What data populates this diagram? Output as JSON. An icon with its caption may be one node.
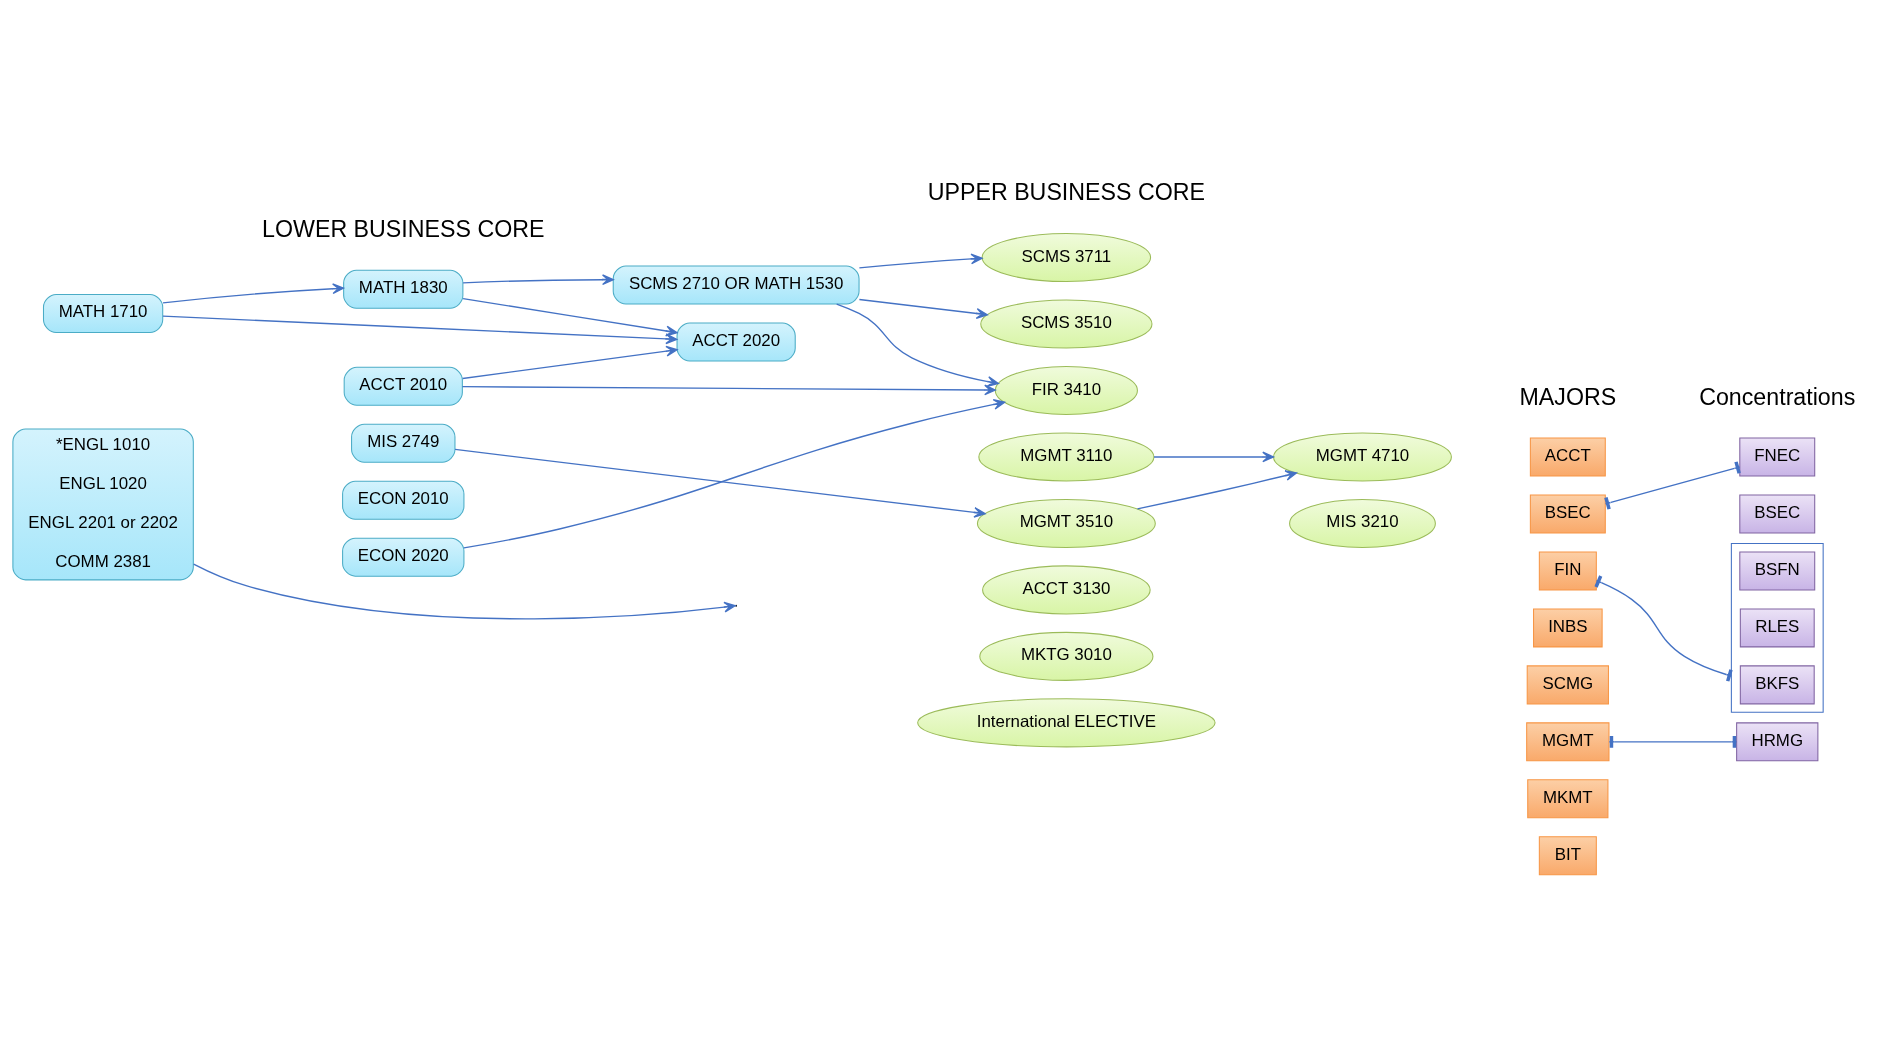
{
  "diagram": {
    "nodes": [
      {
        "text": [
          "MATH 1710"
        ]
      },
      {
        "text": [
          "MATH 1830"
        ]
      },
      {
        "text": [
          "SCMS 2710 OR MATH 1530"
        ]
      },
      {
        "text": [
          "ACCT 2010"
        ]
      },
      {
        "text": [
          "ACCT 2020"
        ]
      },
      {
        "text": [
          "MIS 2749"
        ]
      },
      {
        "text": [
          "ECON 2010"
        ]
      },
      {
        "text": [
          "ECON 2020"
        ]
      },
      {
        "text": [
          "*ENGL 1010",
          "ENGL 1020",
          "ENGL 2201 or 2202",
          "COMM 2381"
        ]
      },
      {
        "text": [
          "SCMS 3711"
        ]
      },
      {
        "text": [
          "SCMS 3510"
        ]
      },
      {
        "text": [
          "FIR 3410"
        ]
      },
      {
        "text": [
          "MGMT 3110"
        ]
      },
      {
        "text": [
          "MGMT 3510"
        ]
      },
      {
        "text": [
          "MGMT 4710"
        ]
      },
      {
        "text": [
          "ACCT 3130"
        ]
      },
      {
        "text": [
          "MKTG 3010"
        ]
      },
      {
        "text": [
          "International ELECTIVE"
        ]
      },
      {
        "text": [
          "MIS 3210"
        ]
      },
      {
        "text": [
          "ACCT"
        ]
      },
      {
        "text": [
          "BSEC"
        ]
      },
      {
        "text": [
          "FIN"
        ]
      },
      {
        "text": [
          "INBS"
        ]
      },
      {
        "text": [
          "SCMG"
        ]
      },
      {
        "text": [
          "MGMT"
        ]
      },
      {
        "text": [
          "MKMT"
        ]
      },
      {
        "text": [
          "BIT"
        ]
      },
      {
        "text": [
          "FNEC"
        ]
      },
      {
        "text": [
          "BSEC"
        ]
      },
      {
        "text": [],
        "shape": "box"
      },
      {
        "text": [
          "BKFS"
        ],
        "in": 29
      },
      {
        "text": [
          "RLES"
        ],
        "in": 29
      },
      {
        "text": [
          "BSFN"
        ],
        "in": 29
      },
      {
        "text": [
          "HRMG"
        ]
      }
    ],
    "edges": [
      {
        "from": 0,
        "to": 1,
        "arrow": "to"
      },
      {
        "from": 0,
        "to": 4,
        "arrow": "to"
      },
      {
        "from": 1,
        "to": 2,
        "arrow": "to"
      },
      {
        "from": 1,
        "to": 4,
        "arrow": "to"
      },
      {
        "from": 3,
        "to": 4,
        "arrow": "to"
      },
      {
        "from": 2,
        "to": 9,
        "arrow": "to"
      },
      {
        "from": 2,
        "to": 10,
        "arrow": "to"
      },
      {
        "from": 2,
        "to": 11,
        "arrow": "to"
      },
      {
        "from": 3,
        "to": 11,
        "arrow": "to"
      },
      {
        "from": 5,
        "to": 13,
        "arrow": "to"
      },
      {
        "from": 7,
        "to": 11,
        "arrow": "to"
      },
      {
        "from": 8,
        "to": null,
        "arrow": "to"
      },
      {
        "from": 12,
        "to": 14,
        "arrow": "to"
      },
      {
        "from": 13,
        "to": 14,
        "arrow": "to"
      },
      {
        "from": 20,
        "to": 27,
        "arrow": "other"
      },
      {
        "from": 21,
        "to": 29,
        "arrow": "other"
      },
      {
        "from": 24,
        "to": 33,
        "arrow": "other"
      }
    ],
    "labels": [
      "LOWER BUSINESS CORE",
      "UPPER BUSINESS CORE",
      "MAJORS",
      "Concentrations"
    ]
  }
}
